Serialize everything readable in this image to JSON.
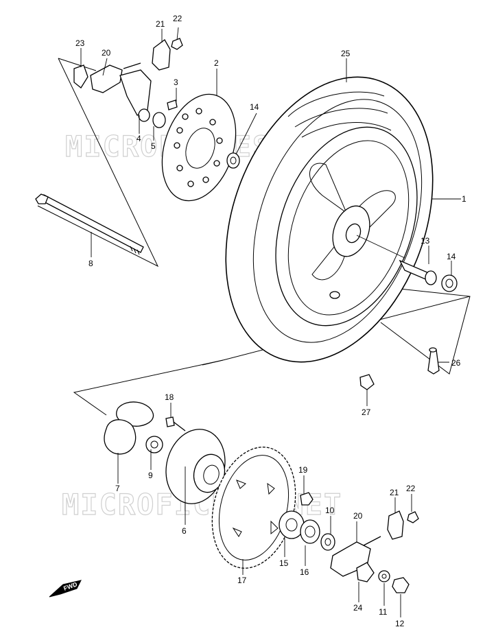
{
  "diagram": {
    "watermark": "MICROFICHES.NET",
    "direction_label": "FWD",
    "parts": [
      {
        "id": "p1",
        "number": "1"
      },
      {
        "id": "p2",
        "number": "2"
      },
      {
        "id": "p3",
        "number": "3"
      },
      {
        "id": "p4",
        "number": "4"
      },
      {
        "id": "p5",
        "number": "5"
      },
      {
        "id": "p6",
        "number": "6"
      },
      {
        "id": "p7",
        "number": "7"
      },
      {
        "id": "p8",
        "number": "8"
      },
      {
        "id": "p9",
        "number": "9"
      },
      {
        "id": "p10",
        "number": "10"
      },
      {
        "id": "p11",
        "number": "11"
      },
      {
        "id": "p12",
        "number": "12"
      },
      {
        "id": "p13",
        "number": "13"
      },
      {
        "id": "p14a",
        "number": "14"
      },
      {
        "id": "p14b",
        "number": "14"
      },
      {
        "id": "p15",
        "number": "15"
      },
      {
        "id": "p16",
        "number": "16"
      },
      {
        "id": "p17",
        "number": "17"
      },
      {
        "id": "p18",
        "number": "18"
      },
      {
        "id": "p19",
        "number": "19"
      },
      {
        "id": "p20a",
        "number": "20"
      },
      {
        "id": "p20b",
        "number": "20"
      },
      {
        "id": "p21a",
        "number": "21"
      },
      {
        "id": "p21b",
        "number": "21"
      },
      {
        "id": "p22a",
        "number": "22"
      },
      {
        "id": "p22b",
        "number": "22"
      },
      {
        "id": "p23",
        "number": "23"
      },
      {
        "id": "p24",
        "number": "24"
      },
      {
        "id": "p25",
        "number": "25"
      },
      {
        "id": "p26",
        "number": "26"
      },
      {
        "id": "p27",
        "number": "27"
      }
    ]
  }
}
